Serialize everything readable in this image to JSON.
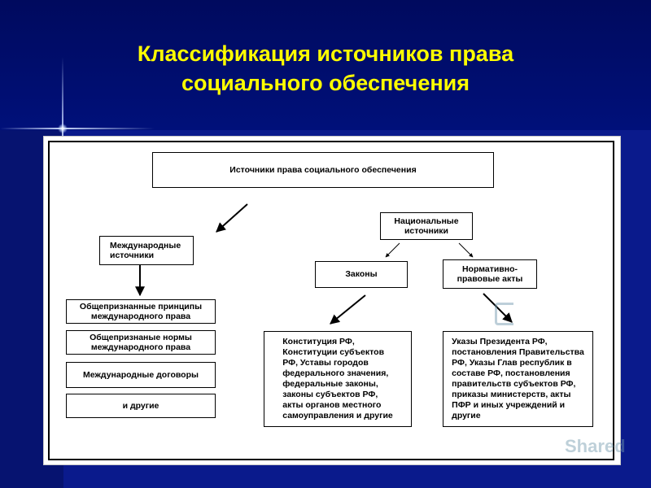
{
  "slide": {
    "title_line1": "Классификация источников права",
    "title_line2": "социального обеспечения"
  },
  "diagram": {
    "root": "Источники права социального обеспечения",
    "international": "Международные\nисточники",
    "national": "Национальные\nисточники",
    "laws": "Законы",
    "normative_acts": "Нормативно-\nправовые акты",
    "intl_items": [
      "Общепризнанные принципы\nмеждународного права",
      "Общепризнаные нормы\nмеждународного права",
      "Международные договоры",
      "и другие"
    ],
    "laws_list": "Конституция РФ,\nКонституции субъектов\nРФ, Уставы городов\nфедерального значения,\nфедеральные законы,\nзаконы субъектов РФ,\nакты органов местного\nсамоуправления и другие",
    "acts_list": "Указы Президента РФ,\nпостановления Правительства\nРФ, Указы Глав республик в\nсоставе РФ, постановления\nправительств субъектов РФ,\nприказы министерств, акты\nПФР и иных учреждений и\n                 другие"
  },
  "watermark": {
    "text": "Shared"
  }
}
